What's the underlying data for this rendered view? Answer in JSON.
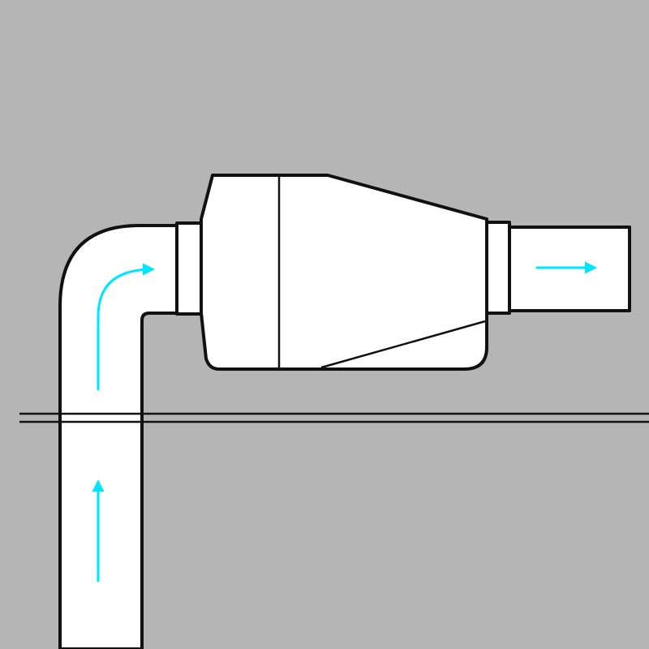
{
  "diagram": {
    "type": "inline duct fan / ventilation schematic",
    "colors": {
      "background": "#b5b5b5",
      "duct_fill": "#ffffff",
      "outline": "#111111",
      "flow_arrow": "#00e5ff"
    },
    "components": [
      {
        "name": "vertical-duct",
        "icon": "duct"
      },
      {
        "name": "elbow-bend",
        "icon": "duct-elbow"
      },
      {
        "name": "inlet-coupling",
        "icon": "coupling"
      },
      {
        "name": "inline-fan-housing",
        "icon": "fan-housing"
      },
      {
        "name": "outlet-coupling",
        "icon": "coupling"
      },
      {
        "name": "outlet-duct",
        "icon": "duct"
      },
      {
        "name": "ceiling-line",
        "icon": "double-line"
      }
    ],
    "flow_arrows": [
      {
        "name": "flow-arrow-up",
        "direction": "up"
      },
      {
        "name": "flow-arrow-bend",
        "direction": "up-then-right"
      },
      {
        "name": "flow-arrow-outlet",
        "direction": "right"
      }
    ]
  }
}
